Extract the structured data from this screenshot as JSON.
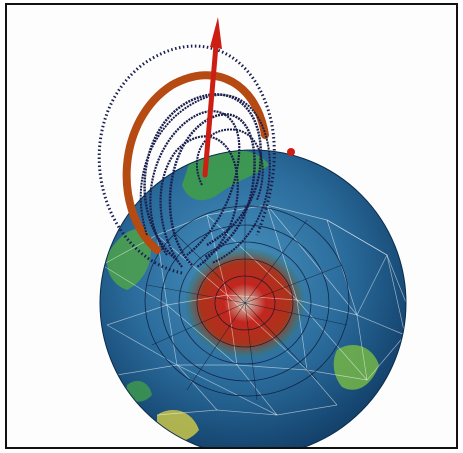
{
  "figure": {
    "subject": "globe-with-field-lines",
    "colors": {
      "frame_border": "#111111",
      "background": "#fdfdfd",
      "ocean_dark": "#0f3a63",
      "ocean_light": "#3f86b5",
      "land_green": "#3e9c4a",
      "land_yellow": "#c9c64a",
      "anomaly_red": "#c2261e",
      "field_line_dark": "#1a1f4e",
      "field_line_orange": "#b54a12",
      "axis_arrow": "#cc1e12",
      "mesh_white": "#ffffff"
    },
    "icons": [
      "globe",
      "field-lines",
      "rotation-axis-arrow",
      "pole-marker"
    ]
  }
}
